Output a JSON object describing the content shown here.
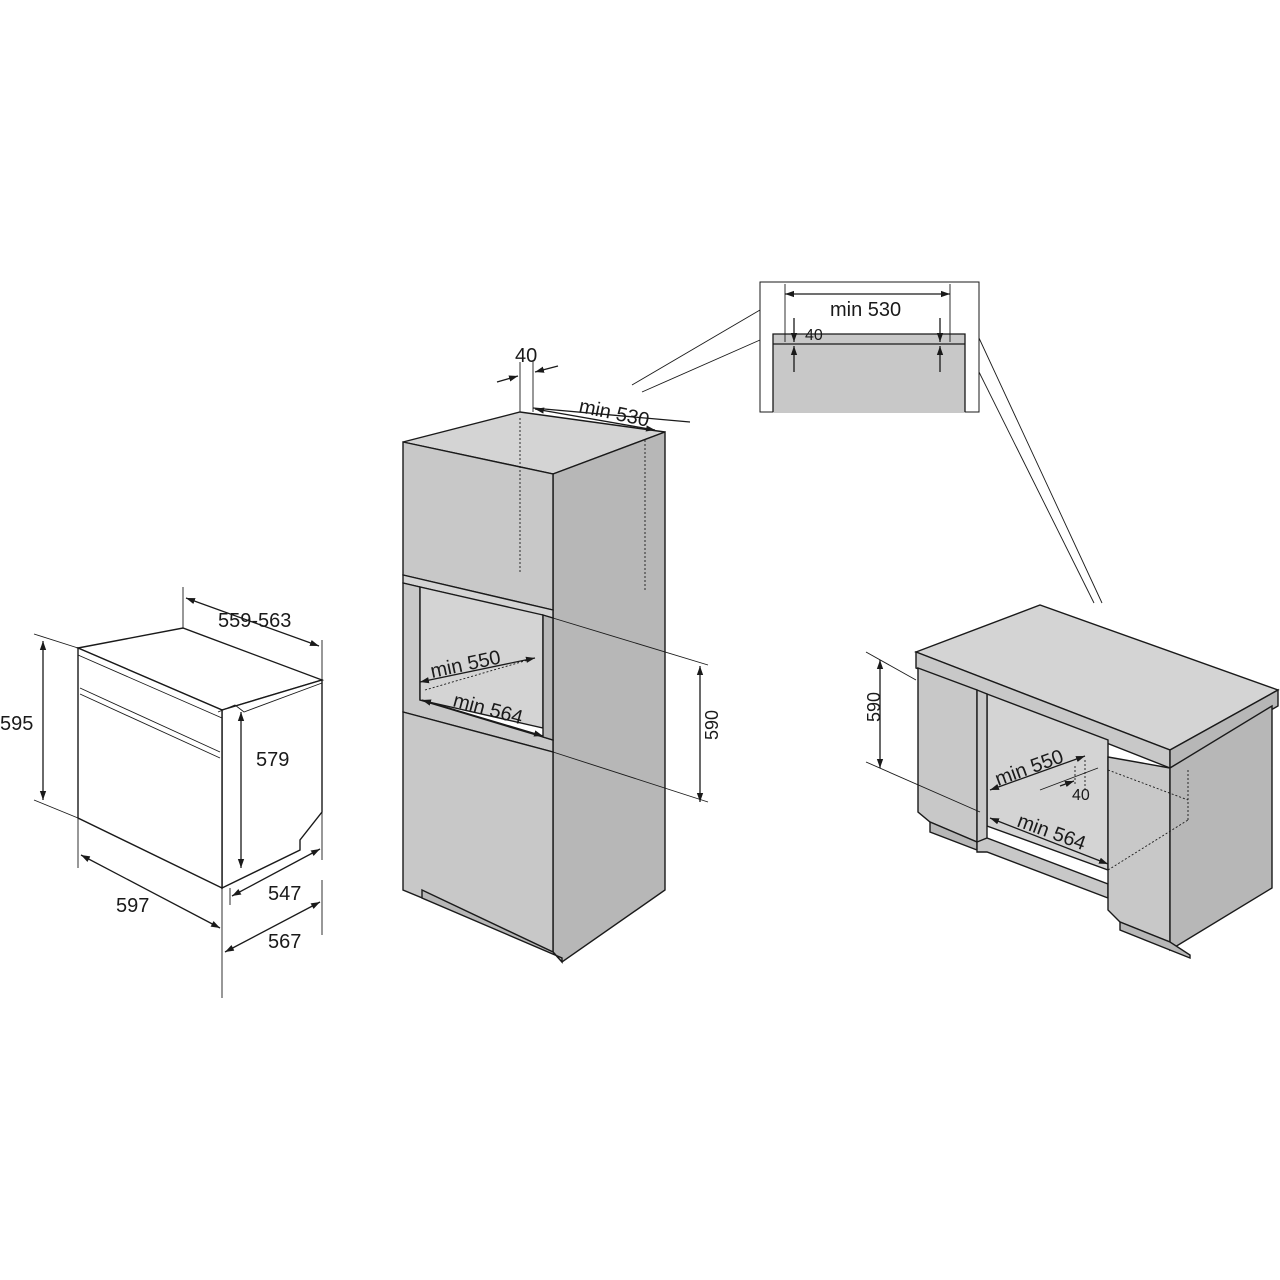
{
  "oven": {
    "depth_range": "559-563",
    "height_total": "595",
    "height_inner": "579",
    "width": "597",
    "depth_body": "547",
    "depth_total": "567"
  },
  "tall_cabinet": {
    "top_gap": "40",
    "top_min_depth": "min 530",
    "niche_min_depth": "min 550",
    "niche_min_width": "min 564",
    "niche_height": "590"
  },
  "detail": {
    "min_width": "min 530",
    "gap": "40"
  },
  "under_counter": {
    "niche_height": "590",
    "niche_min_depth": "min 550",
    "gap": "40",
    "niche_min_width": "min 564"
  }
}
